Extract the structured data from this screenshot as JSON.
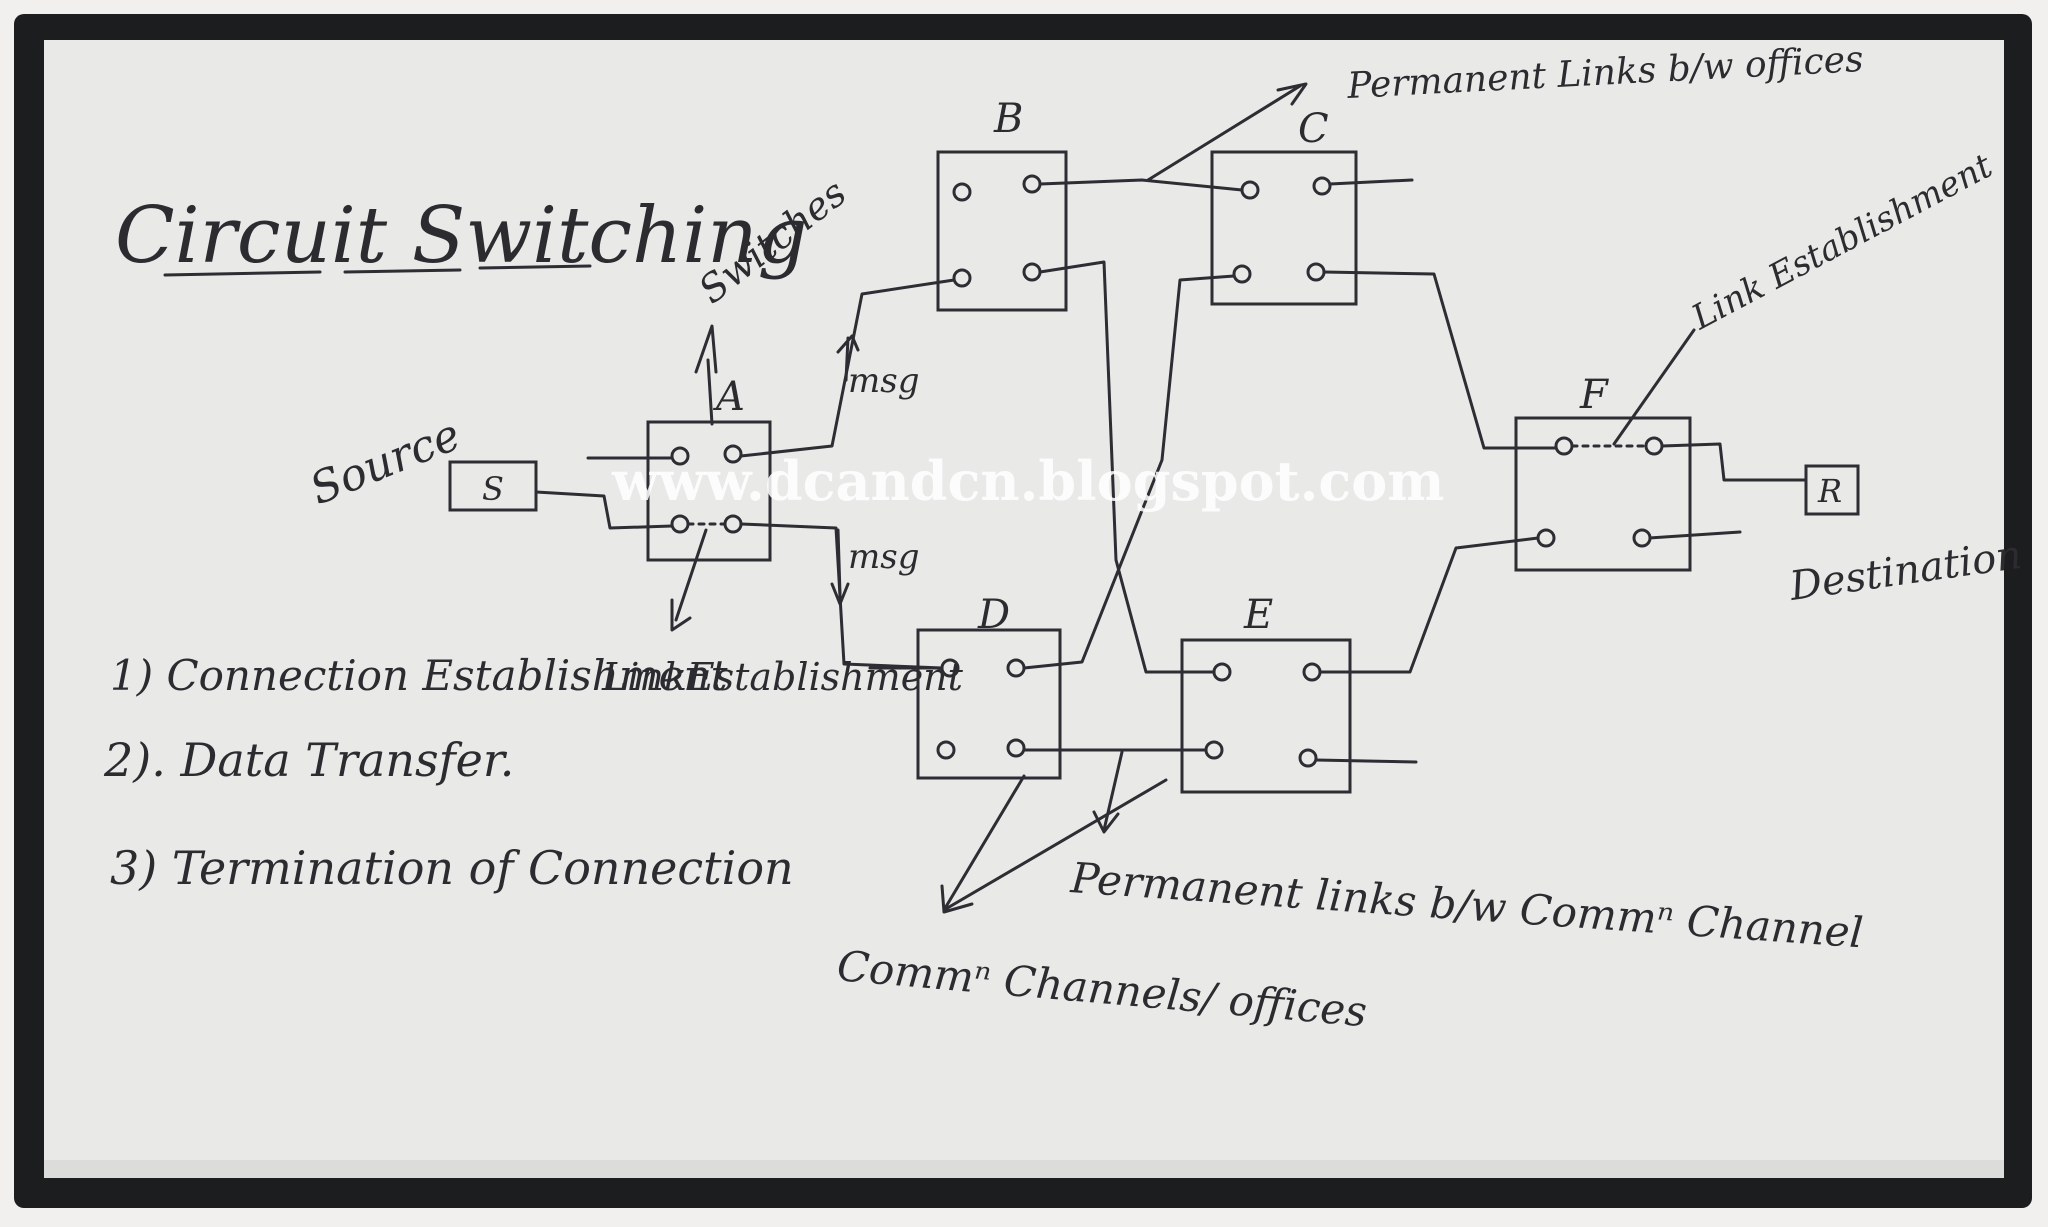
{
  "title": "Circuit Switching",
  "watermark": "www.dcandcn.blogspot.com",
  "labels": {
    "source": "Source",
    "source_node": "S",
    "destination": "Destination",
    "destination_node": "R",
    "switches": "Switches",
    "msg_top": "msg",
    "msg_bottom": "msg",
    "permanent_offices": "Permanent Links b/w offices",
    "permanent_channel": "Permanent links b/w Commⁿ Channel",
    "comm_channels": "Commⁿ Channels/ offices",
    "link_est_a": "LinkEstablishment",
    "link_est_f": "Link Establishment"
  },
  "switches": {
    "a": "A",
    "b": "B",
    "c": "C",
    "d": "D",
    "e": "E",
    "f": "F"
  },
  "steps": [
    "1) Connection Establishment",
    "2). Data Transfer.",
    "3) Termination of Connection"
  ],
  "colors": {
    "board": "#e9e9e8",
    "frame": "#1c1d1f",
    "ink": "#2d2d33",
    "wall": "#f1f0ee"
  }
}
